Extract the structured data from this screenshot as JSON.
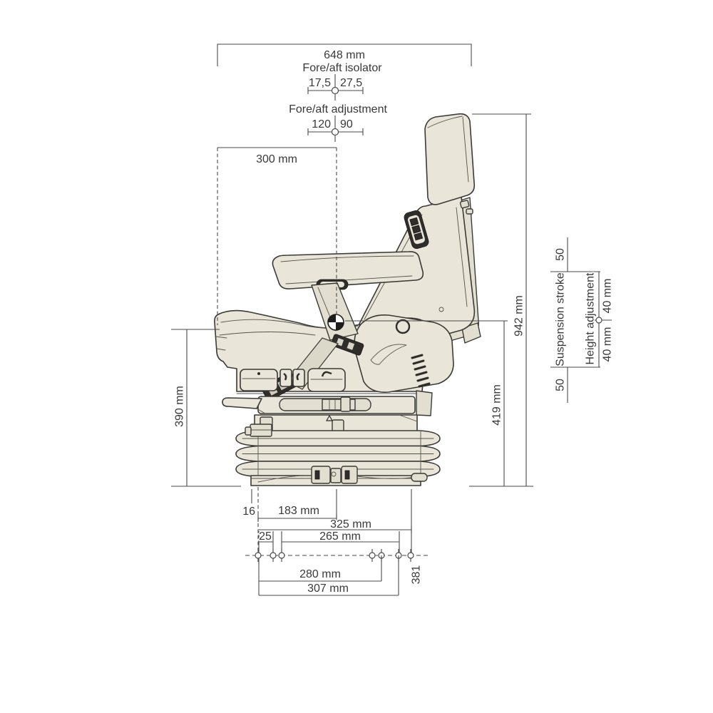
{
  "figure": {
    "type": "technical-dimension-drawing",
    "subject": "driver seat with suspension, side view",
    "units": "mm",
    "colors": {
      "background": "#ffffff",
      "seat_fill": "#e9e5d8",
      "outline": "#3b3a36",
      "dimension_lines": "#4a4a48"
    }
  },
  "dims": {
    "overall_width": "648 mm",
    "isolator_label": "Fore/aft isolator",
    "isolator_front": "17,5",
    "isolator_rear": "27,5",
    "adjustment_label": "Fore/aft adjustment",
    "adjustment_front": "120",
    "adjustment_rear": "90",
    "cushion_depth": "300 mm",
    "overall_height": "942 mm",
    "sip_height": "419 mm",
    "seat_height": "390 mm",
    "suspension_stroke_label": "Suspension stroke",
    "suspension_stroke_upper": "50",
    "suspension_stroke_lower": "50",
    "height_adjustment_label": "Height adjustment",
    "height_adjustment_upper": "40 mm",
    "height_adjustment_lower": "40 mm",
    "base_offset": "16",
    "base_hole_183": "183 mm",
    "base_width_325": "325 mm",
    "base_hole_25": "25",
    "base_hole_265": "265 mm",
    "base_hole_280": "280 mm",
    "base_width_307": "307 mm",
    "base_depth_381": "381"
  }
}
